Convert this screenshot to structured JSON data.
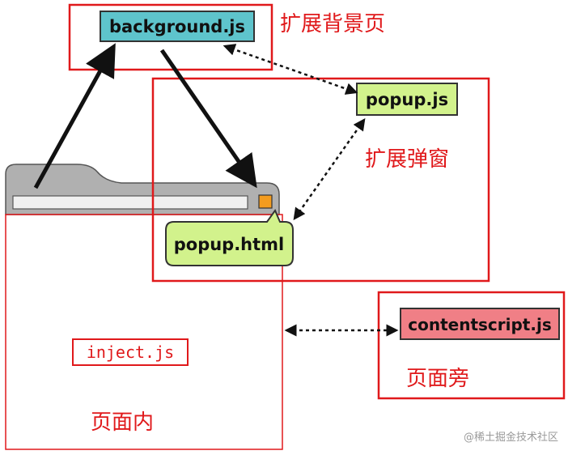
{
  "regions": {
    "background": {
      "label": "扩展背景页",
      "file": "background.js"
    },
    "popup": {
      "label": "扩展弹窗",
      "file": "popup.js",
      "page": "popup.html"
    },
    "content": {
      "label": "页面旁",
      "file": "contentscript.js"
    },
    "page": {
      "label": "页面内",
      "file": "inject.js"
    }
  },
  "watermark": "@稀土掘金技术社区",
  "colors": {
    "frame_red": "#e0191b",
    "background_chip": "#5ec4cc",
    "popup_chip": "#d2f28c",
    "content_chip": "#f07f86",
    "browser_gray": "#b0b0b0",
    "button_orange": "#f39c1f"
  },
  "icons": {
    "browser": "browser-window-icon"
  }
}
